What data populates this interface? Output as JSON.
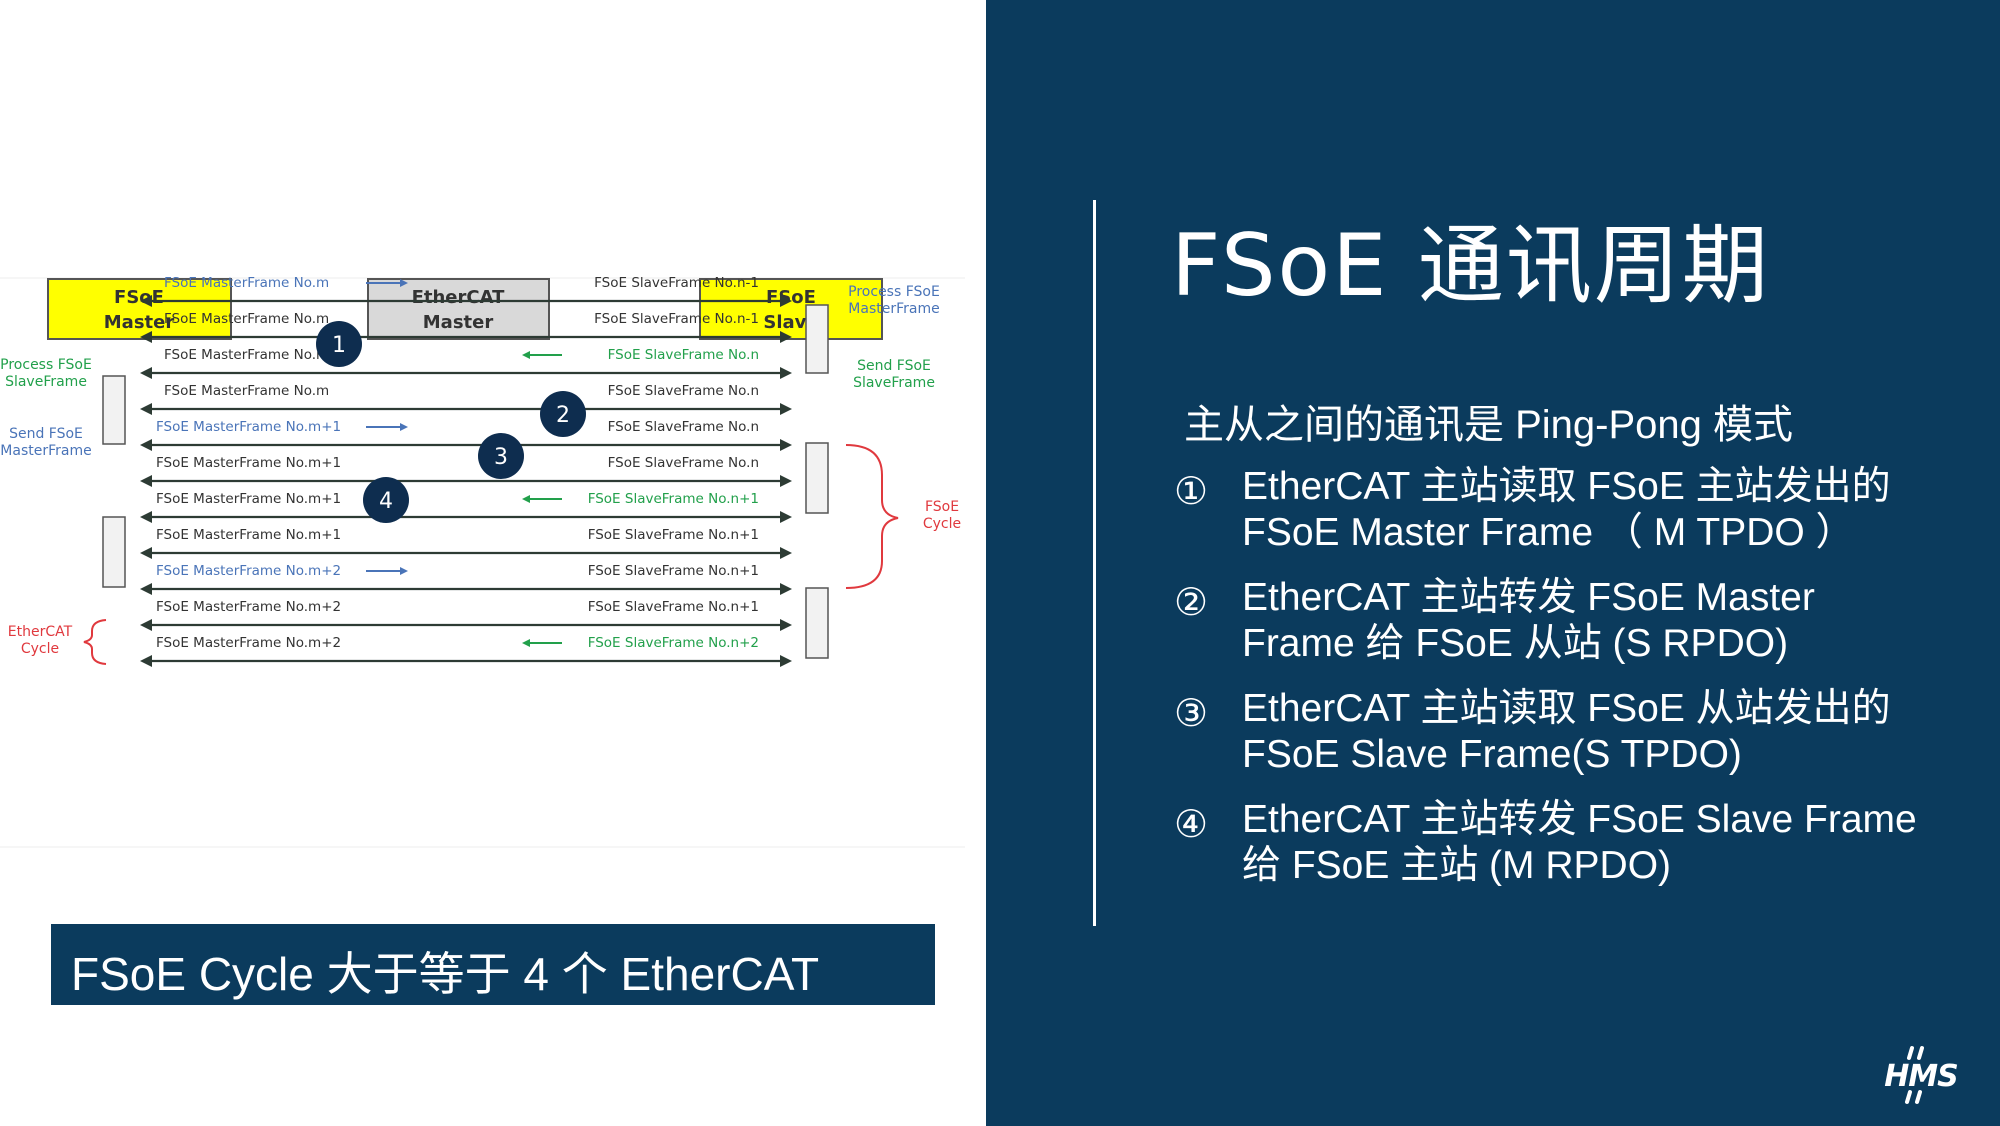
{
  "slide": {
    "title": "FSoE  通讯周期",
    "intro": "主从之间的通讯是 Ping-Pong  模式",
    "items": [
      {
        "num": "①",
        "text": "EtherCAT 主站读取 FSoE  主站发出的\nFSoE Master Frame  （ M TPDO ）"
      },
      {
        "num": "②",
        "text": "EtherCAT 主站转发 FSoE Master\nFrame 给 FSoE  从站 (S RPDO)"
      },
      {
        "num": "③",
        "text": "EtherCAT 主站读取 FSoE 从站发出的\nFSoE Slave Frame(S TPDO)"
      },
      {
        "num": "④",
        "text": "EtherCAT 主站转发 FSoE Slave Frame\n给 FSoE  主站 (M RPDO)"
      }
    ],
    "caption": "FSoE Cycle  大于等于   4  个   EtherCAT",
    "logo_text": "HMS"
  },
  "diagram": {
    "boxes": [
      {
        "line1": "FSoE",
        "line2": "Master",
        "color": "#ffff00"
      },
      {
        "line1": "EtherCAT",
        "line2": "Master",
        "color": "#d9d9d9"
      },
      {
        "line1": "FSoE",
        "line2": "Slave",
        "color": "#ffff00"
      }
    ],
    "rows": [
      {
        "left": "FSoE MasterFrame No.m",
        "left_color": "#4a74b8",
        "right": "FSoE SlaveFrame No.n-1",
        "right_color": "#333333",
        "arrow": "right"
      },
      {
        "left": "FSoE MasterFrame No.m",
        "left_color": "#333333",
        "right": "FSoE SlaveFrame No.n-1",
        "right_color": "#333333",
        "arrow": "none"
      },
      {
        "left": "FSoE MasterFrame No.m",
        "left_color": "#333333",
        "right": "FSoE SlaveFrame No.n",
        "right_color": "#22a04b",
        "arrow": "left"
      },
      {
        "left": "FSoE MasterFrame No.m",
        "left_color": "#333333",
        "right": "FSoE SlaveFrame No.n",
        "right_color": "#333333",
        "arrow": "none"
      },
      {
        "left": "FSoE MasterFrame No.m+1",
        "left_color": "#4a74b8",
        "right": "FSoE SlaveFrame No.n",
        "right_color": "#333333",
        "arrow": "right"
      },
      {
        "left": "FSoE MasterFrame No.m+1",
        "left_color": "#333333",
        "right": "FSoE SlaveFrame No.n",
        "right_color": "#333333",
        "arrow": "none"
      },
      {
        "left": "FSoE MasterFrame No.m+1",
        "left_color": "#333333",
        "right": "FSoE SlaveFrame No.n+1",
        "right_color": "#22a04b",
        "arrow": "left"
      },
      {
        "left": "FSoE MasterFrame No.m+1",
        "left_color": "#333333",
        "right": "FSoE SlaveFrame No.n+1",
        "right_color": "#333333",
        "arrow": "none"
      },
      {
        "left": "FSoE MasterFrame No.m+2",
        "left_color": "#4a74b8",
        "right": "FSoE SlaveFrame No.n+1",
        "right_color": "#333333",
        "arrow": "right"
      },
      {
        "left": "FSoE MasterFrame No.m+2",
        "left_color": "#333333",
        "right": "FSoE SlaveFrame No.n+1",
        "right_color": "#333333",
        "arrow": "none"
      },
      {
        "left": "FSoE MasterFrame No.m+2",
        "left_color": "#333333",
        "right": "FSoE SlaveFrame No.n+2",
        "right_color": "#22a04b",
        "arrow": "left"
      }
    ],
    "markers": [
      "1",
      "2",
      "3",
      "4"
    ],
    "side_labels": {
      "process_master": [
        "Process FSoE",
        "SlaveFrame"
      ],
      "send_master": [
        "Send FSoE",
        "MasterFrame"
      ],
      "process_slave": [
        "Process FSoE",
        "MasterFrame"
      ],
      "send_slave": [
        "Send FSoE",
        "SlaveFrame"
      ],
      "fsoe_cycle": [
        "FSoE",
        "Cycle"
      ],
      "ethercat_cycle": [
        "EtherCAT",
        "Cycle"
      ]
    },
    "colors": {
      "blue": "#4a74b8",
      "green": "#22a04b",
      "red": "#e0393e",
      "line": "#2d3b34",
      "circle": "#0e2d4f"
    }
  }
}
